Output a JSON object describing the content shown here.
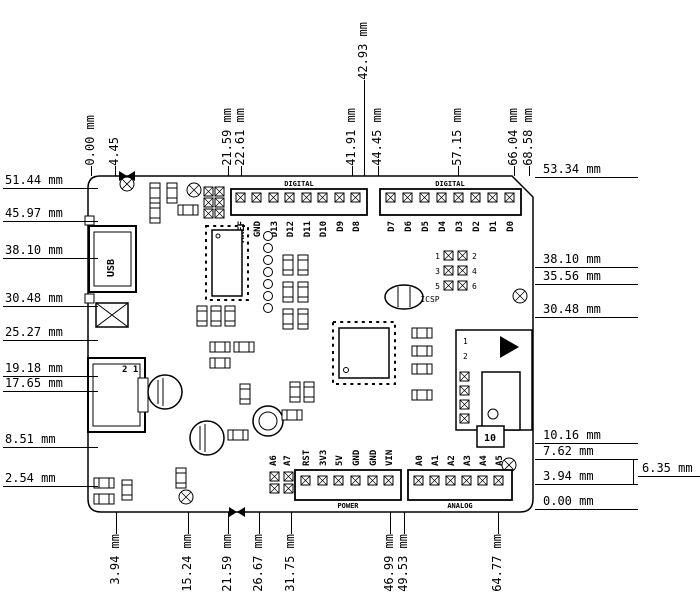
{
  "drawing": {
    "units": "mm",
    "dims": {
      "left": [
        "51.44 mm",
        "45.97 mm",
        "38.10 mm",
        "30.48 mm",
        "25.27 mm",
        "19.18 mm",
        "17.65 mm",
        "8.51 mm",
        "2.54 mm"
      ],
      "right": [
        "53.34 mm",
        "38.10 mm",
        "35.56 mm",
        "30.48 mm",
        "10.16 mm",
        "7.62 mm",
        "3.94 mm",
        "0.00 mm"
      ],
      "right_offset": "6.35 mm",
      "top": [
        "0.00 mm",
        "4.45",
        "21.59 mm",
        "22.61 mm",
        "41.91 mm",
        "42.93 mm",
        "44.45 mm",
        "57.15 mm",
        "66.04 mm",
        "68.58 mm"
      ],
      "bottom": [
        "3.94 mm",
        "15.24 mm",
        "21.59 mm",
        "26.67 mm",
        "31.75 mm",
        "46.99 mm",
        "49.53 mm",
        "64.77 mm"
      ]
    }
  },
  "board": {
    "digital_label_1": "DIGITAL",
    "digital_label_2": "DIGITAL",
    "digital_pins_1": [
      "AREF",
      "GND",
      "D13",
      "D12",
      "D11",
      "D10",
      "D9",
      "D8"
    ],
    "digital_pins_2": [
      "D7",
      "D6",
      "D5",
      "D4",
      "D3",
      "D2",
      "D1",
      "D0"
    ],
    "usb_label": "USB",
    "icsp_label": "ICSP",
    "icsp_pin_numbers": [
      "1",
      "2",
      "3",
      "4",
      "5",
      "6"
    ],
    "connector_pin_numbers": [
      "1",
      "2"
    ],
    "capacitor_marking": "2 1",
    "ic_marking": "10",
    "power_label": "POWER",
    "power_pins": [
      "RST",
      "3V3",
      "5V",
      "GND",
      "GND",
      "VIN"
    ],
    "extra_analog_pins": [
      "A6",
      "A7"
    ],
    "analog_label": "ANALOG",
    "analog_pins": [
      "A0",
      "A1",
      "A2",
      "A3",
      "A4",
      "A5"
    ]
  }
}
